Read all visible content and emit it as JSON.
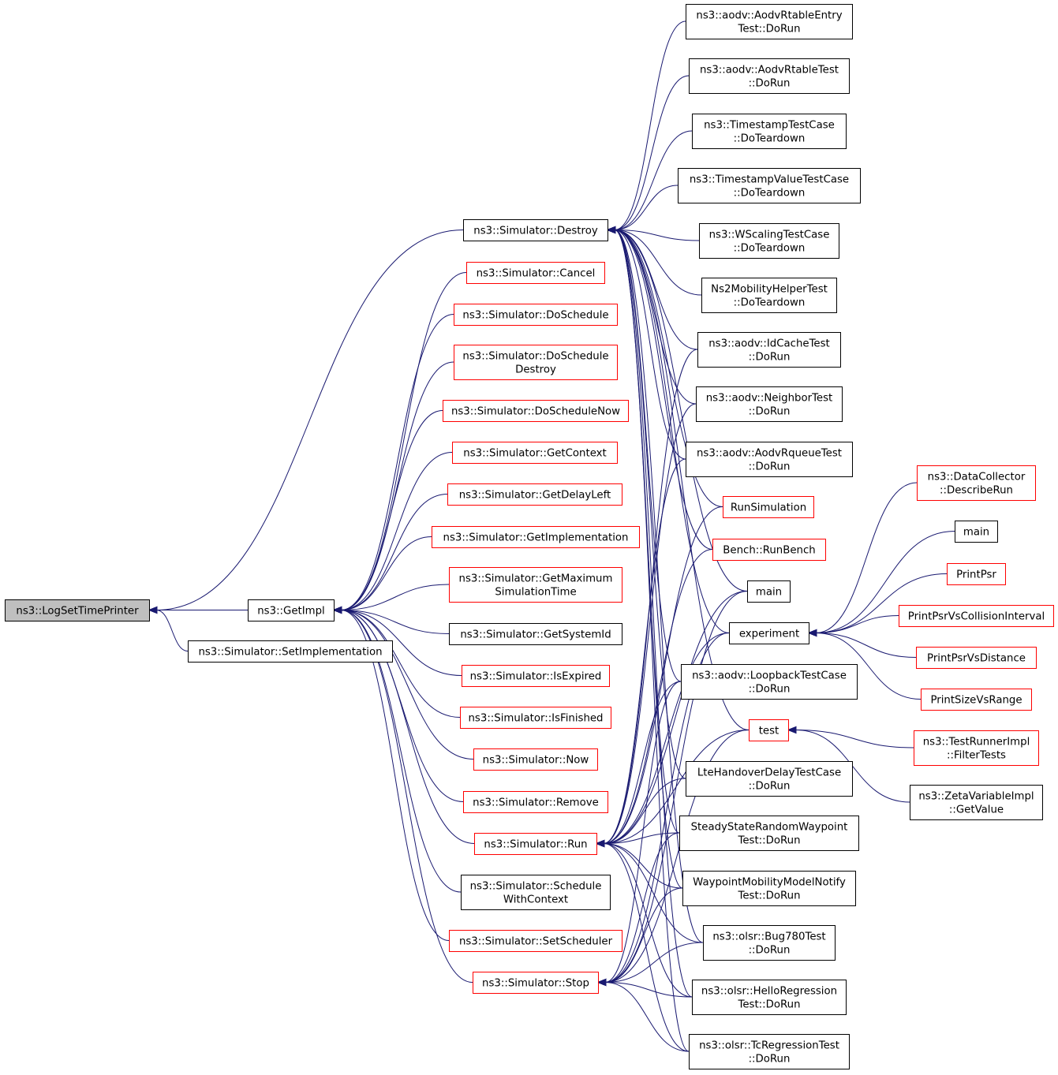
{
  "colors": {
    "edge": "#191970",
    "node_border_default": "#000000",
    "node_border_truncated": "#ff0000",
    "node_fill_root": "#bfbfbf",
    "node_fill": "#ffffff"
  },
  "nodes": {
    "logsettimeprinter": {
      "lines": [
        "ns3::LogSetTimePrinter"
      ],
      "style": "root"
    },
    "getimpl": {
      "lines": [
        "ns3::GetImpl"
      ],
      "style": "black"
    },
    "setimplementation": {
      "lines": [
        "ns3::Simulator::SetImplementation"
      ],
      "style": "black"
    },
    "destroy": {
      "lines": [
        "ns3::Simulator::Destroy"
      ],
      "style": "black"
    },
    "cancel": {
      "lines": [
        "ns3::Simulator::Cancel"
      ],
      "style": "red"
    },
    "doschedule": {
      "lines": [
        "ns3::Simulator::DoSchedule"
      ],
      "style": "red"
    },
    "doscheduledestroy": {
      "lines": [
        "ns3::Simulator::DoSchedule",
        "Destroy"
      ],
      "style": "red"
    },
    "dos_now": {
      "lines": [
        "ns3::Simulator::DoScheduleNow"
      ],
      "style": "red"
    },
    "getcontext": {
      "lines": [
        "ns3::Simulator::GetContext"
      ],
      "style": "red"
    },
    "getdelayleft": {
      "lines": [
        "ns3::Simulator::GetDelayLeft"
      ],
      "style": "red"
    },
    "getimplementation": {
      "lines": [
        "ns3::Simulator::GetImplementation"
      ],
      "style": "red"
    },
    "getmaxsim": {
      "lines": [
        "ns3::Simulator::GetMaximum",
        "SimulationTime"
      ],
      "style": "red"
    },
    "getsystemid": {
      "lines": [
        "ns3::Simulator::GetSystemId"
      ],
      "style": "black"
    },
    "isexpired": {
      "lines": [
        "ns3::Simulator::IsExpired"
      ],
      "style": "red"
    },
    "isfinished": {
      "lines": [
        "ns3::Simulator::IsFinished"
      ],
      "style": "red"
    },
    "now": {
      "lines": [
        "ns3::Simulator::Now"
      ],
      "style": "red"
    },
    "remove": {
      "lines": [
        "ns3::Simulator::Remove"
      ],
      "style": "red"
    },
    "run": {
      "lines": [
        "ns3::Simulator::Run"
      ],
      "style": "red"
    },
    "schedwithctx": {
      "lines": [
        "ns3::Simulator::Schedule",
        "WithContext"
      ],
      "style": "black"
    },
    "setscheduler": {
      "lines": [
        "ns3::Simulator::SetScheduler"
      ],
      "style": "red"
    },
    "stop": {
      "lines": [
        "ns3::Simulator::Stop"
      ],
      "style": "red"
    },
    "aodvrtentry": {
      "lines": [
        "ns3::aodv::AodvRtableEntry",
        "Test::DoRun"
      ],
      "style": "black"
    },
    "aodvrtable": {
      "lines": [
        "ns3::aodv::AodvRtableTest",
        "::DoRun"
      ],
      "style": "black"
    },
    "timestamptc": {
      "lines": [
        "ns3::TimestampTestCase",
        "::DoTeardown"
      ],
      "style": "black"
    },
    "timestampvaltc": {
      "lines": [
        "ns3::TimestampValueTestCase",
        "::DoTeardown"
      ],
      "style": "black"
    },
    "wscaling": {
      "lines": [
        "ns3::WScalingTestCase",
        "::DoTeardown"
      ],
      "style": "black"
    },
    "ns2mob": {
      "lines": [
        "Ns2MobilityHelperTest",
        "::DoTeardown"
      ],
      "style": "black"
    },
    "idcache": {
      "lines": [
        "ns3::aodv::IdCacheTest",
        "::DoRun"
      ],
      "style": "black"
    },
    "neighbor": {
      "lines": [
        "ns3::aodv::NeighborTest",
        "::DoRun"
      ],
      "style": "black"
    },
    "rqueue": {
      "lines": [
        "ns3::aodv::AodvRqueueTest",
        "::DoRun"
      ],
      "style": "black"
    },
    "runsim": {
      "lines": [
        "RunSimulation"
      ],
      "style": "red"
    },
    "bench": {
      "lines": [
        "Bench::RunBench"
      ],
      "style": "red"
    },
    "main1": {
      "lines": [
        "main"
      ],
      "style": "black"
    },
    "experiment": {
      "lines": [
        "experiment"
      ],
      "style": "black"
    },
    "loopback": {
      "lines": [
        "ns3::aodv::LoopbackTestCase",
        "::DoRun"
      ],
      "style": "black"
    },
    "test": {
      "lines": [
        "test"
      ],
      "style": "red"
    },
    "ltehandover": {
      "lines": [
        "LteHandoverDelayTestCase",
        "::DoRun"
      ],
      "style": "black"
    },
    "steadystate": {
      "lines": [
        "SteadyStateRandomWaypoint",
        "Test::DoRun"
      ],
      "style": "black"
    },
    "waypointnotify": {
      "lines": [
        "WaypointMobilityModelNotify",
        "Test::DoRun"
      ],
      "style": "black"
    },
    "bug780": {
      "lines": [
        "ns3::olsr::Bug780Test",
        "::DoRun"
      ],
      "style": "black"
    },
    "helloreg": {
      "lines": [
        "ns3::olsr::HelloRegression",
        "Test::DoRun"
      ],
      "style": "black"
    },
    "tcreg": {
      "lines": [
        "ns3::olsr::TcRegressionTest",
        "::DoRun"
      ],
      "style": "black"
    },
    "datacollector": {
      "lines": [
        "ns3::DataCollector",
        "::DescribeRun"
      ],
      "style": "red"
    },
    "main2": {
      "lines": [
        "main"
      ],
      "style": "black"
    },
    "printpsr": {
      "lines": [
        "PrintPsr"
      ],
      "style": "red"
    },
    "printpsrcoll": {
      "lines": [
        "PrintPsrVsCollisionInterval"
      ],
      "style": "red"
    },
    "printpsrdist": {
      "lines": [
        "PrintPsrVsDistance"
      ],
      "style": "red"
    },
    "printsize": {
      "lines": [
        "PrintSizeVsRange"
      ],
      "style": "red"
    },
    "filtertests": {
      "lines": [
        "ns3::TestRunnerImpl",
        "::FilterTests"
      ],
      "style": "red"
    },
    "zetavar": {
      "lines": [
        "ns3::ZetaVariableImpl",
        "::GetValue"
      ],
      "style": "black"
    }
  },
  "edges": [
    [
      "getimpl",
      "logsettimeprinter"
    ],
    [
      "setimplementation",
      "logsettimeprinter"
    ],
    [
      "destroy",
      "logsettimeprinter"
    ],
    [
      "cancel",
      "getimpl"
    ],
    [
      "doschedule",
      "getimpl"
    ],
    [
      "doscheduledestroy",
      "getimpl"
    ],
    [
      "dos_now",
      "getimpl"
    ],
    [
      "getcontext",
      "getimpl"
    ],
    [
      "getdelayleft",
      "getimpl"
    ],
    [
      "getimplementation",
      "getimpl"
    ],
    [
      "getmaxsim",
      "getimpl"
    ],
    [
      "getsystemid",
      "getimpl"
    ],
    [
      "isexpired",
      "getimpl"
    ],
    [
      "isfinished",
      "getimpl"
    ],
    [
      "now",
      "getimpl"
    ],
    [
      "remove",
      "getimpl"
    ],
    [
      "run",
      "getimpl"
    ],
    [
      "schedwithctx",
      "getimpl"
    ],
    [
      "setscheduler",
      "getimpl"
    ],
    [
      "stop",
      "getimpl"
    ],
    [
      "aodvrtentry",
      "destroy"
    ],
    [
      "aodvrtable",
      "destroy"
    ],
    [
      "timestamptc",
      "destroy"
    ],
    [
      "timestampvaltc",
      "destroy"
    ],
    [
      "wscaling",
      "destroy"
    ],
    [
      "ns2mob",
      "destroy"
    ],
    [
      "idcache",
      "destroy"
    ],
    [
      "neighbor",
      "destroy"
    ],
    [
      "rqueue",
      "destroy"
    ],
    [
      "runsim",
      "destroy"
    ],
    [
      "bench",
      "destroy"
    ],
    [
      "main1",
      "destroy"
    ],
    [
      "experiment",
      "destroy"
    ],
    [
      "loopback",
      "destroy"
    ],
    [
      "test",
      "destroy"
    ],
    [
      "ltehandover",
      "destroy"
    ],
    [
      "steadystate",
      "destroy"
    ],
    [
      "waypointnotify",
      "destroy"
    ],
    [
      "bug780",
      "destroy"
    ],
    [
      "helloreg",
      "destroy"
    ],
    [
      "tcreg",
      "destroy"
    ],
    [
      "idcache",
      "run"
    ],
    [
      "neighbor",
      "run"
    ],
    [
      "rqueue",
      "run"
    ],
    [
      "runsim",
      "run"
    ],
    [
      "bench",
      "run"
    ],
    [
      "main1",
      "run"
    ],
    [
      "experiment",
      "run"
    ],
    [
      "loopback",
      "run"
    ],
    [
      "test",
      "run"
    ],
    [
      "ltehandover",
      "run"
    ],
    [
      "steadystate",
      "run"
    ],
    [
      "waypointnotify",
      "run"
    ],
    [
      "bug780",
      "run"
    ],
    [
      "helloreg",
      "run"
    ],
    [
      "tcreg",
      "run"
    ],
    [
      "main1",
      "stop"
    ],
    [
      "experiment",
      "stop"
    ],
    [
      "test",
      "stop"
    ],
    [
      "loopback",
      "stop"
    ],
    [
      "steadystate",
      "stop"
    ],
    [
      "waypointnotify",
      "stop"
    ],
    [
      "bug780",
      "stop"
    ],
    [
      "helloreg",
      "stop"
    ],
    [
      "tcreg",
      "stop"
    ],
    [
      "datacollector",
      "experiment"
    ],
    [
      "main2",
      "experiment"
    ],
    [
      "printpsr",
      "experiment"
    ],
    [
      "printpsrcoll",
      "experiment"
    ],
    [
      "printpsrdist",
      "experiment"
    ],
    [
      "printsize",
      "experiment"
    ],
    [
      "filtertests",
      "test"
    ],
    [
      "zetavar",
      "test"
    ]
  ]
}
